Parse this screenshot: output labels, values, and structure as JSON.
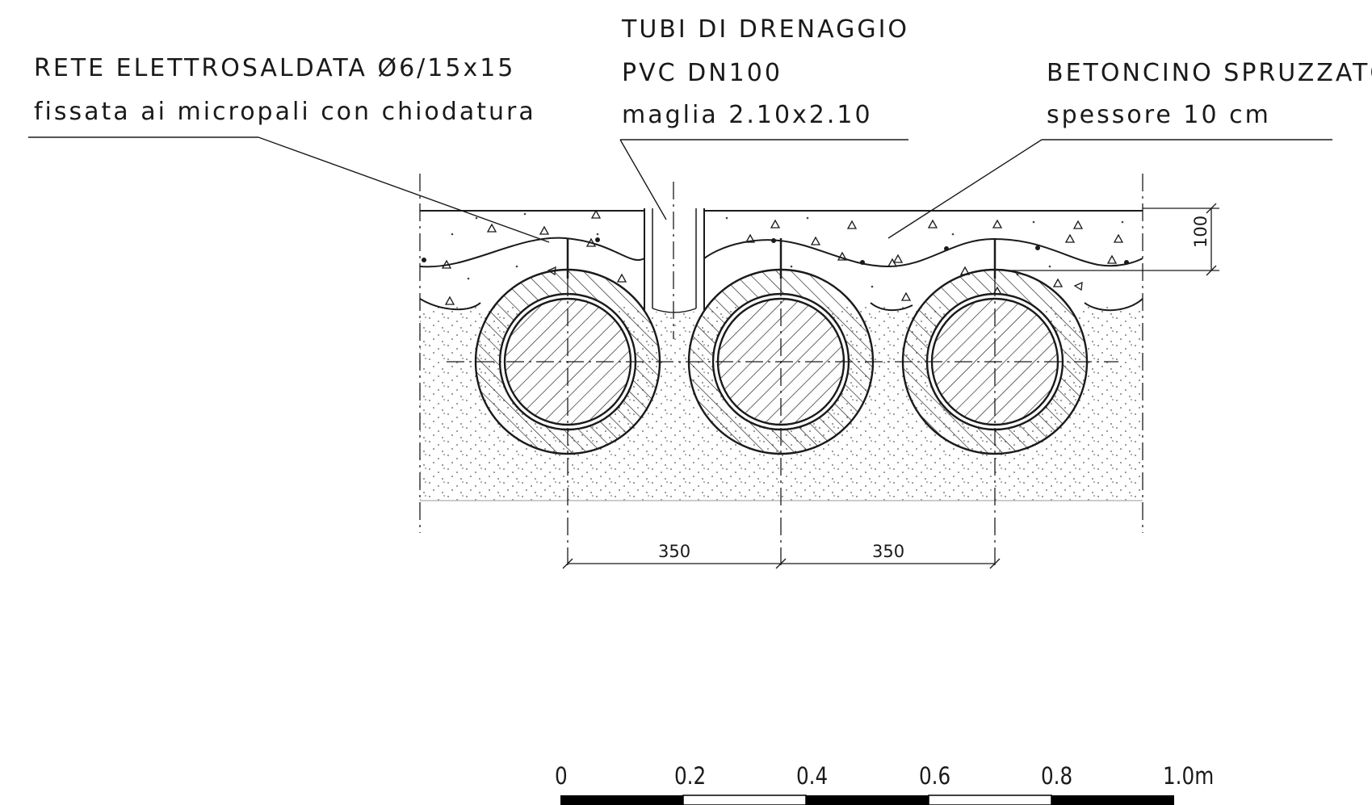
{
  "labels": {
    "rete": {
      "line1": "RETE ELETTROSALDATA Ø6/15x15",
      "line2": "fissata ai micropali con chiodatura"
    },
    "tubi": {
      "line1": "TUBI DI DRENAGGIO",
      "line2": "PVC DN100",
      "line3": "maglia 2.10x2.10"
    },
    "betoncino": {
      "line1": "BETONCINO SPRUZZATO",
      "line2": "spessore 10 cm"
    }
  },
  "dimensions": {
    "spacing_left": "350",
    "spacing_right": "350",
    "thickness": "100"
  },
  "scale_bar": {
    "ticks": [
      "0",
      "0.2",
      "0.4",
      "0.6",
      "0.8",
      "1.0m"
    ]
  },
  "colors": {
    "line": "#1a1a1a",
    "background": "#ffffff"
  }
}
